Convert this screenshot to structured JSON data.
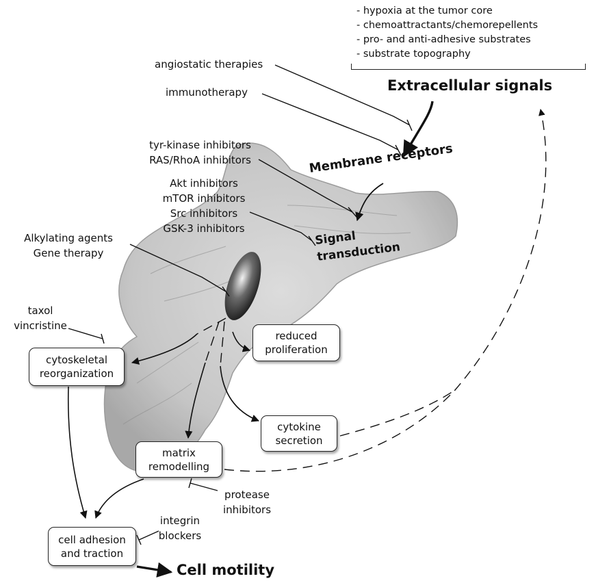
{
  "signals": {
    "items": [
      "- hypoxia at the tumor core",
      "- chemoattractants/chemorepellents",
      "- pro- and anti-adhesive substrates",
      "- substrate topography"
    ]
  },
  "headings": {
    "extracellular": "Extracellular signals",
    "membrane": "Membrane receptors",
    "signal_line1": "Signal",
    "signal_line2": "transduction",
    "motility": "Cell motility"
  },
  "therapies": {
    "angiostatic": "angiostatic therapies",
    "immuno": "immunotherapy",
    "tyr_line1": "tyr-kinase inhibitors",
    "tyr_line2": "RAS/RhoA inhibitors",
    "akt_line1": "Akt inhibitors",
    "akt_line2": "mTOR inhibitors",
    "akt_line3": "Src inhibitors",
    "akt_line4": "GSK-3 inhibitors",
    "alk_line1": "Alkylating agents",
    "alk_line2": "Gene therapy",
    "taxol_line1": "taxol",
    "taxol_line2": "vincristine",
    "protease_line1": "protease",
    "protease_line2": "inhibitors",
    "integrin_line1": "integrin",
    "integrin_line2": "blockers"
  },
  "boxes": {
    "cytoskeletal": "cytoskeletal\nreorganization",
    "proliferation": "reduced\nproliferation",
    "cytokine": "cytokine\nsecretion",
    "matrix": "matrix\nremodelling",
    "adhesion": "cell adhesion\nand traction"
  },
  "colors": {
    "ink": "#111111",
    "cell_fill": "#b9b9b9",
    "nucleus": "#3a3a3a"
  }
}
